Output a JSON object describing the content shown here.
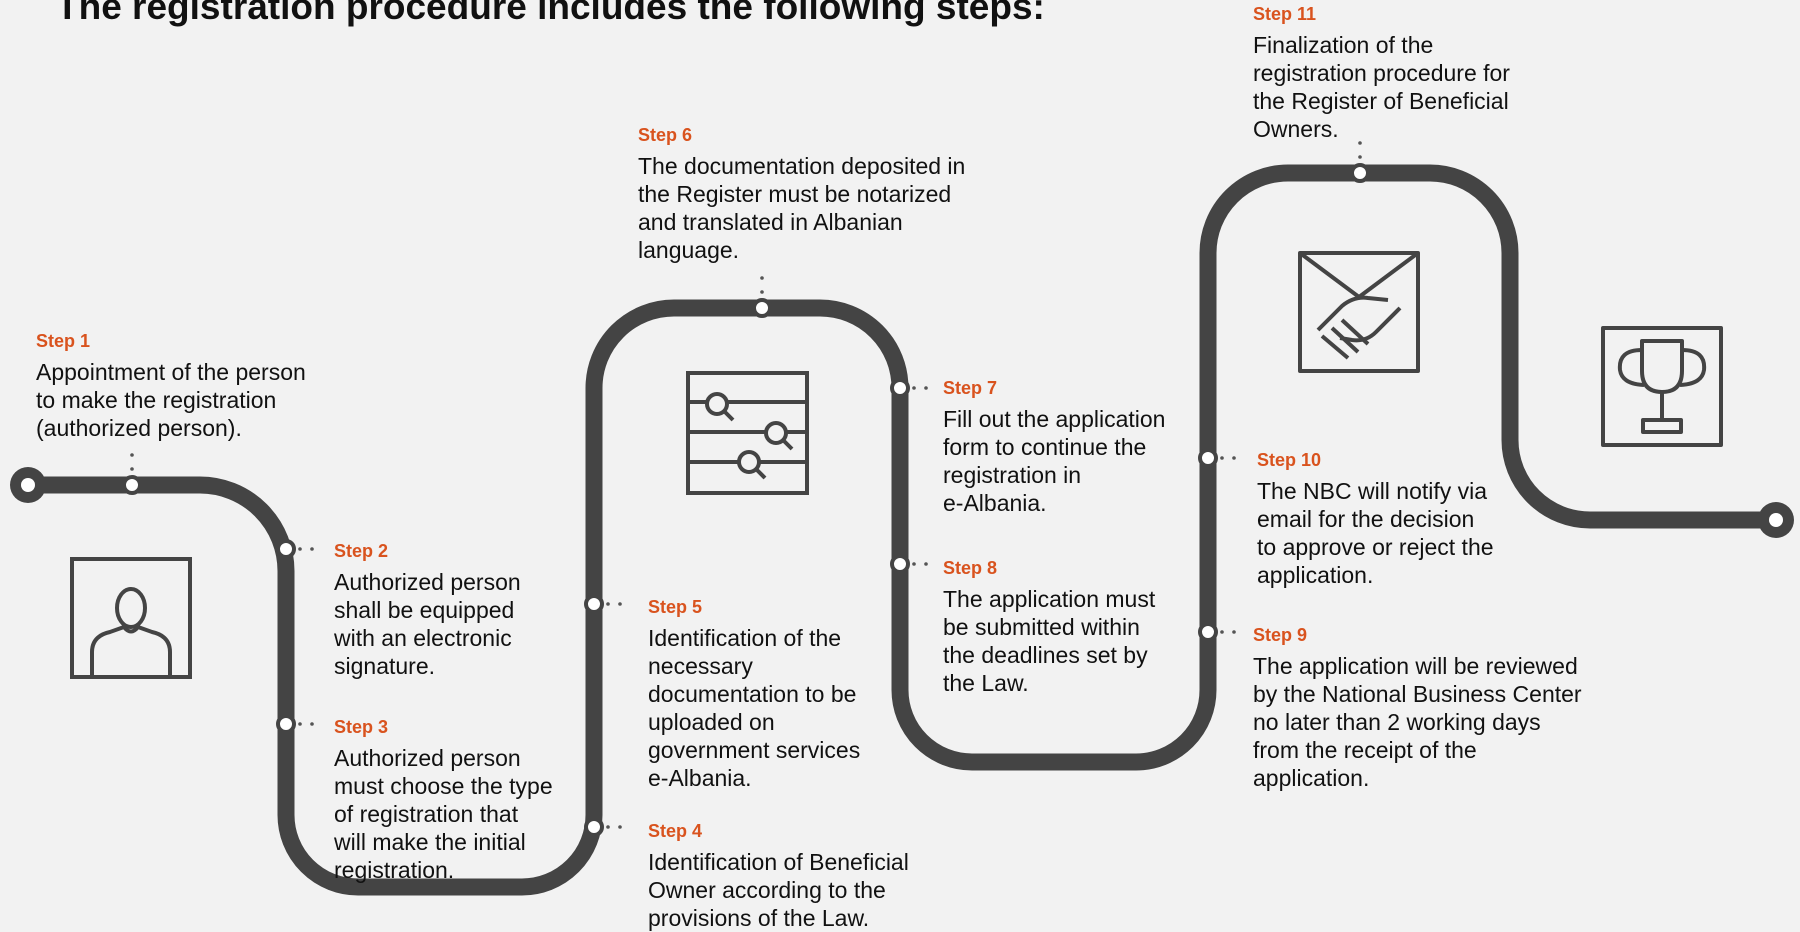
{
  "title": "The registration procedure includes the following steps:",
  "colors": {
    "path": "#444444",
    "accent": "#d9531e",
    "text": "#111111",
    "icon": "#444444",
    "background": "#f2f2f2"
  },
  "steps": [
    {
      "label": "Step 1",
      "lines": [
        "Appointment of the person",
        "to make the registration",
        "(authorized person)."
      ]
    },
    {
      "label": "Step 2",
      "lines": [
        "Authorized person",
        "shall be equipped",
        "with an electronic",
        "signature."
      ]
    },
    {
      "label": "Step 3",
      "lines": [
        "Authorized person",
        "must choose the type",
        "of registration that",
        "will make the initial",
        "registration."
      ]
    },
    {
      "label": "Step 4",
      "lines": [
        "Identification of Beneficial",
        "Owner according to the",
        "provisions of the Law."
      ]
    },
    {
      "label": "Step 5",
      "lines": [
        "Identification of the",
        "necessary",
        "documentation to be",
        "uploaded on",
        "government services",
        "e-Albania."
      ]
    },
    {
      "label": "Step 6",
      "lines": [
        "The documentation deposited in",
        "the Register must be notarized",
        "and translated in Albanian",
        "language."
      ]
    },
    {
      "label": "Step 7",
      "lines": [
        "Fill out the application",
        "form to continue the",
        "registration in",
        "e-Albania."
      ]
    },
    {
      "label": "Step 8",
      "lines": [
        "The application must",
        "be submitted within",
        "the deadlines set by",
        "the Law."
      ]
    },
    {
      "label": "Step 9",
      "lines": [
        "The application will be reviewed",
        "by the National Business Center",
        "no later than 2 working days",
        "from the receipt of the",
        "application."
      ]
    },
    {
      "label": "Step 10",
      "lines": [
        "The NBC will notify via",
        "email for the decision",
        "to approve or reject the",
        "application."
      ]
    },
    {
      "label": "Step 11",
      "lines": [
        "Finalization of the",
        "registration procedure for",
        "the Register of Beneficial",
        "Owners."
      ]
    }
  ],
  "icons": [
    "person-icon",
    "document-search-icon",
    "handshake-icon",
    "trophy-icon"
  ]
}
